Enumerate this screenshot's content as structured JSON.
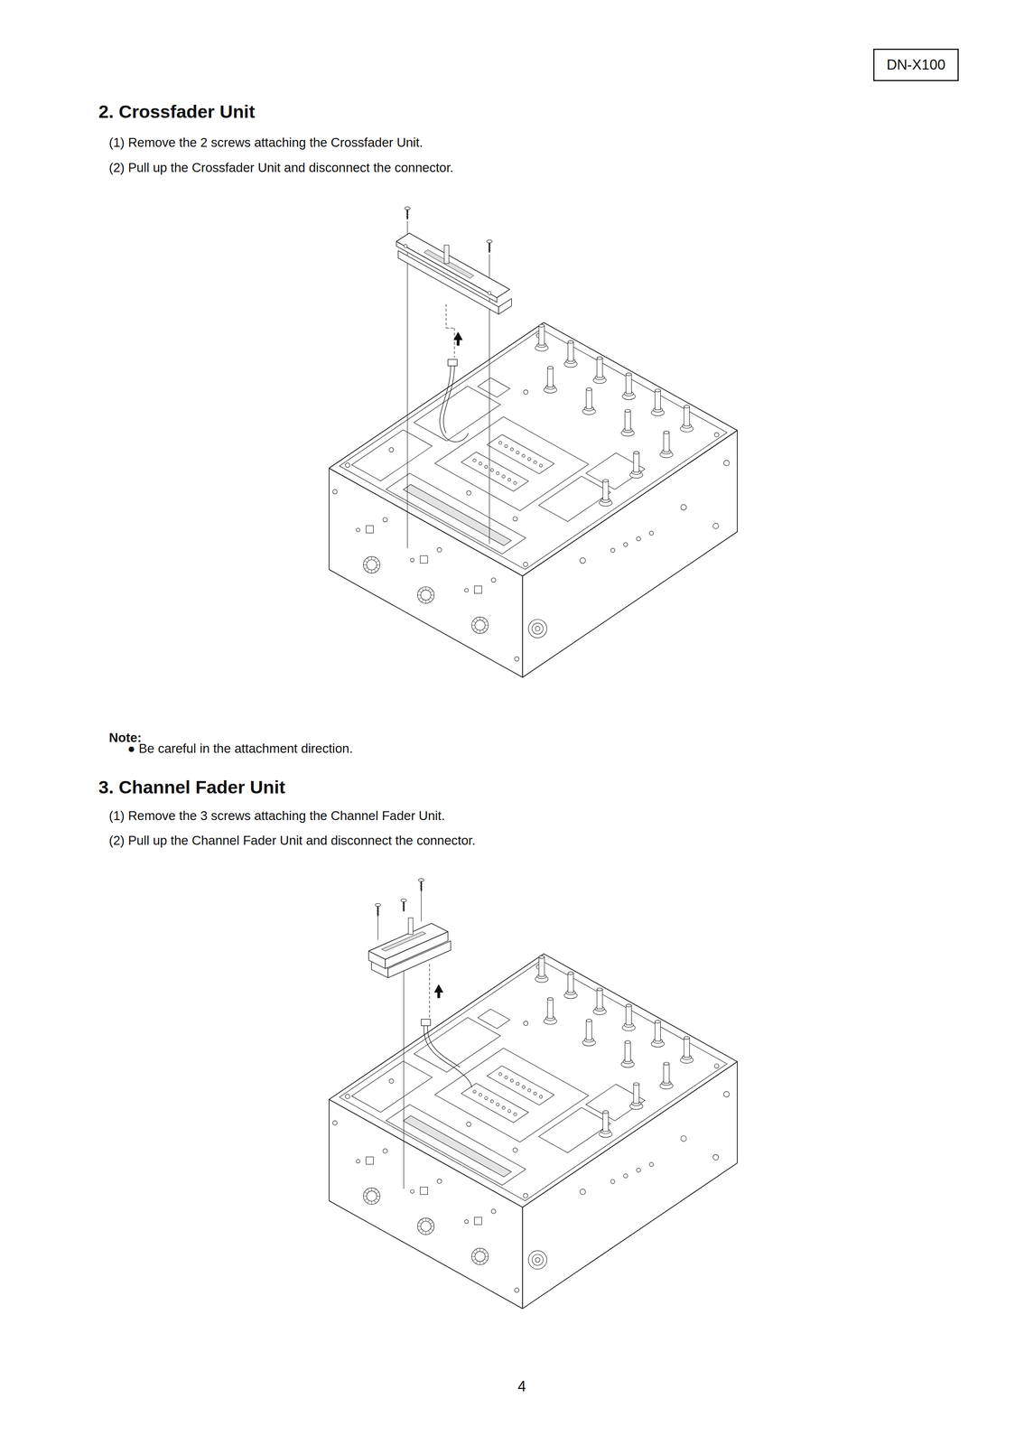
{
  "diagram": {
    "nodes": [
      {
        "text": [
          "DN-X100"
        ]
      }
    ],
    "edges": [],
    "labels": [
      "2. Crossfader Unit",
      "(1) Remove the 2 screws attaching the Crossfader Unit.",
      "(2) Pull up the Crossfader Unit and disconnect the connector.",
      "Note:",
      "● Be careful in the attachment direction.",
      "3. Channel Fader Unit",
      "(1) Remove the 3 screws attaching the Channel Fader Unit.",
      "(2) Pull up the Channel Fader Unit and disconnect the connector.",
      "4"
    ]
  }
}
